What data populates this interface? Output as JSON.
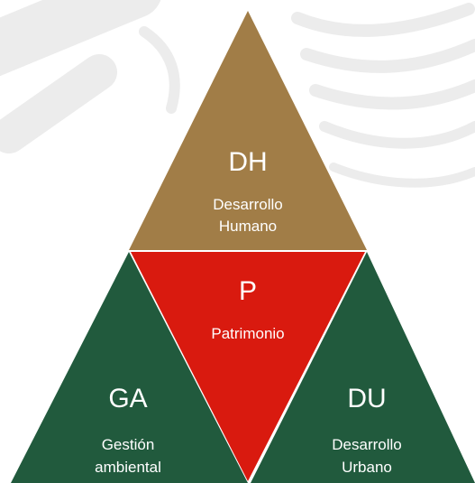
{
  "colors": {
    "dh": "#a17d47",
    "p": "#d91a0f",
    "ga": "#215a3d",
    "du": "#215a3d",
    "background": "#ffffff",
    "watermark": "#ececec"
  },
  "pyramid": {
    "dh": {
      "abbr": "DH",
      "line1": "Desarrollo",
      "line2": "Humano"
    },
    "p": {
      "abbr": "P",
      "line1": "Patrimonio"
    },
    "ga": {
      "abbr": "GA",
      "line1": "Gestión",
      "line2": "ambiental"
    },
    "du": {
      "abbr": "DU",
      "line1": "Desarrollo",
      "line2": "Urbano"
    }
  }
}
